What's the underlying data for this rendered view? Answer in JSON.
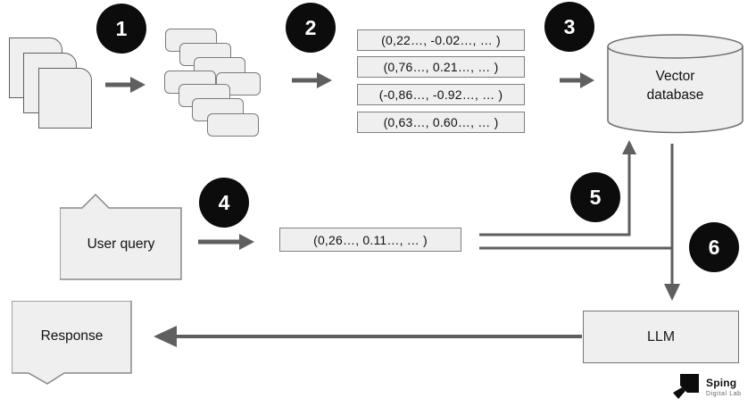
{
  "steps": [
    "1",
    "2",
    "3",
    "4",
    "5",
    "6"
  ],
  "pipeline": {
    "embedding_rows": [
      "(0,22…, -0.02…, … )",
      "(0,76…, 0.21…, … )",
      "(-0,86…, -0.92…, … )",
      "(0,63…, 0.60…, … )"
    ],
    "query_embedding": "(0,26…, 0.11…, … )",
    "vector_db_label": "Vector database",
    "user_query_label": "User query",
    "llm_label": "LLM",
    "response_label": "Response"
  },
  "logo": {
    "brand": "Sping",
    "tagline": "Digital Lab"
  },
  "colors": {
    "shape_fill": "#efefef",
    "shape_border": "#7a7a7a",
    "arrow": "#5f5f5f",
    "badge_bg": "#0c0c0c",
    "badge_text": "#ffffff"
  }
}
